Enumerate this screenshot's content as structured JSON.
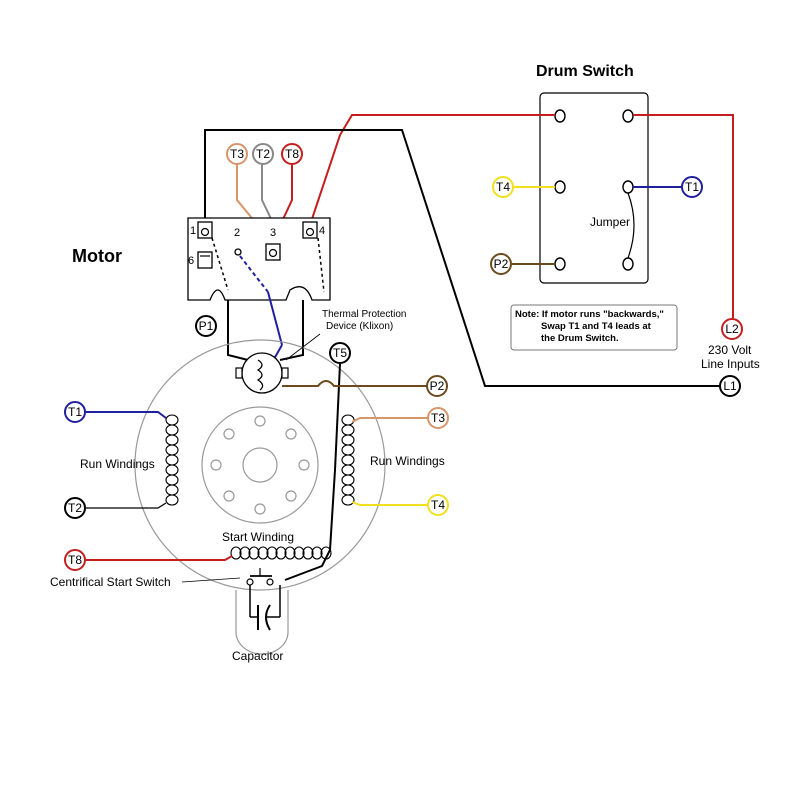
{
  "titles": {
    "drum_switch": "Drum Switch",
    "motor": "Motor"
  },
  "labels": {
    "jumper": "Jumper",
    "thermal_line1": "Thermal Protection",
    "thermal_line2": "Device  (Klixon)",
    "run_windings_left": "Run Windings",
    "run_windings_right": "Run Windings",
    "start_winding": "Start Winding",
    "centrifical_switch": "Centrifical Start Switch",
    "capacitor": "Capacitor",
    "line_inputs_line1": "230 Volt",
    "line_inputs_line2": "Line Inputs"
  },
  "note": {
    "line1": "Note: If motor runs \"backwards,\"",
    "line2": "Swap T1 and T4 leads at",
    "line3": "the Drum Switch."
  },
  "terminal_numbers": {
    "n1": "1",
    "n2": "2",
    "n3": "3",
    "n4": "4",
    "n6": "6"
  },
  "terminals": {
    "T3_top": "T3",
    "T2_top": "T2",
    "T8_top": "T8",
    "T4_drum": "T4",
    "T1_drum": "T1",
    "P2_drum": "P2",
    "P1": "P1",
    "T5": "T5",
    "P2_motor": "P2",
    "T1_left": "T1",
    "T2_left": "T2",
    "T8_left": "T8",
    "T3_right": "T3",
    "T4_right": "T4",
    "L2": "L2",
    "L1": "L1"
  },
  "colors": {
    "red": "#c41e1e",
    "blue": "#1f1fa0",
    "yellow": "#f0e020",
    "tan": "#d8946a",
    "brown": "#6b4a1e",
    "gray": "#888888",
    "black": "#000000"
  }
}
